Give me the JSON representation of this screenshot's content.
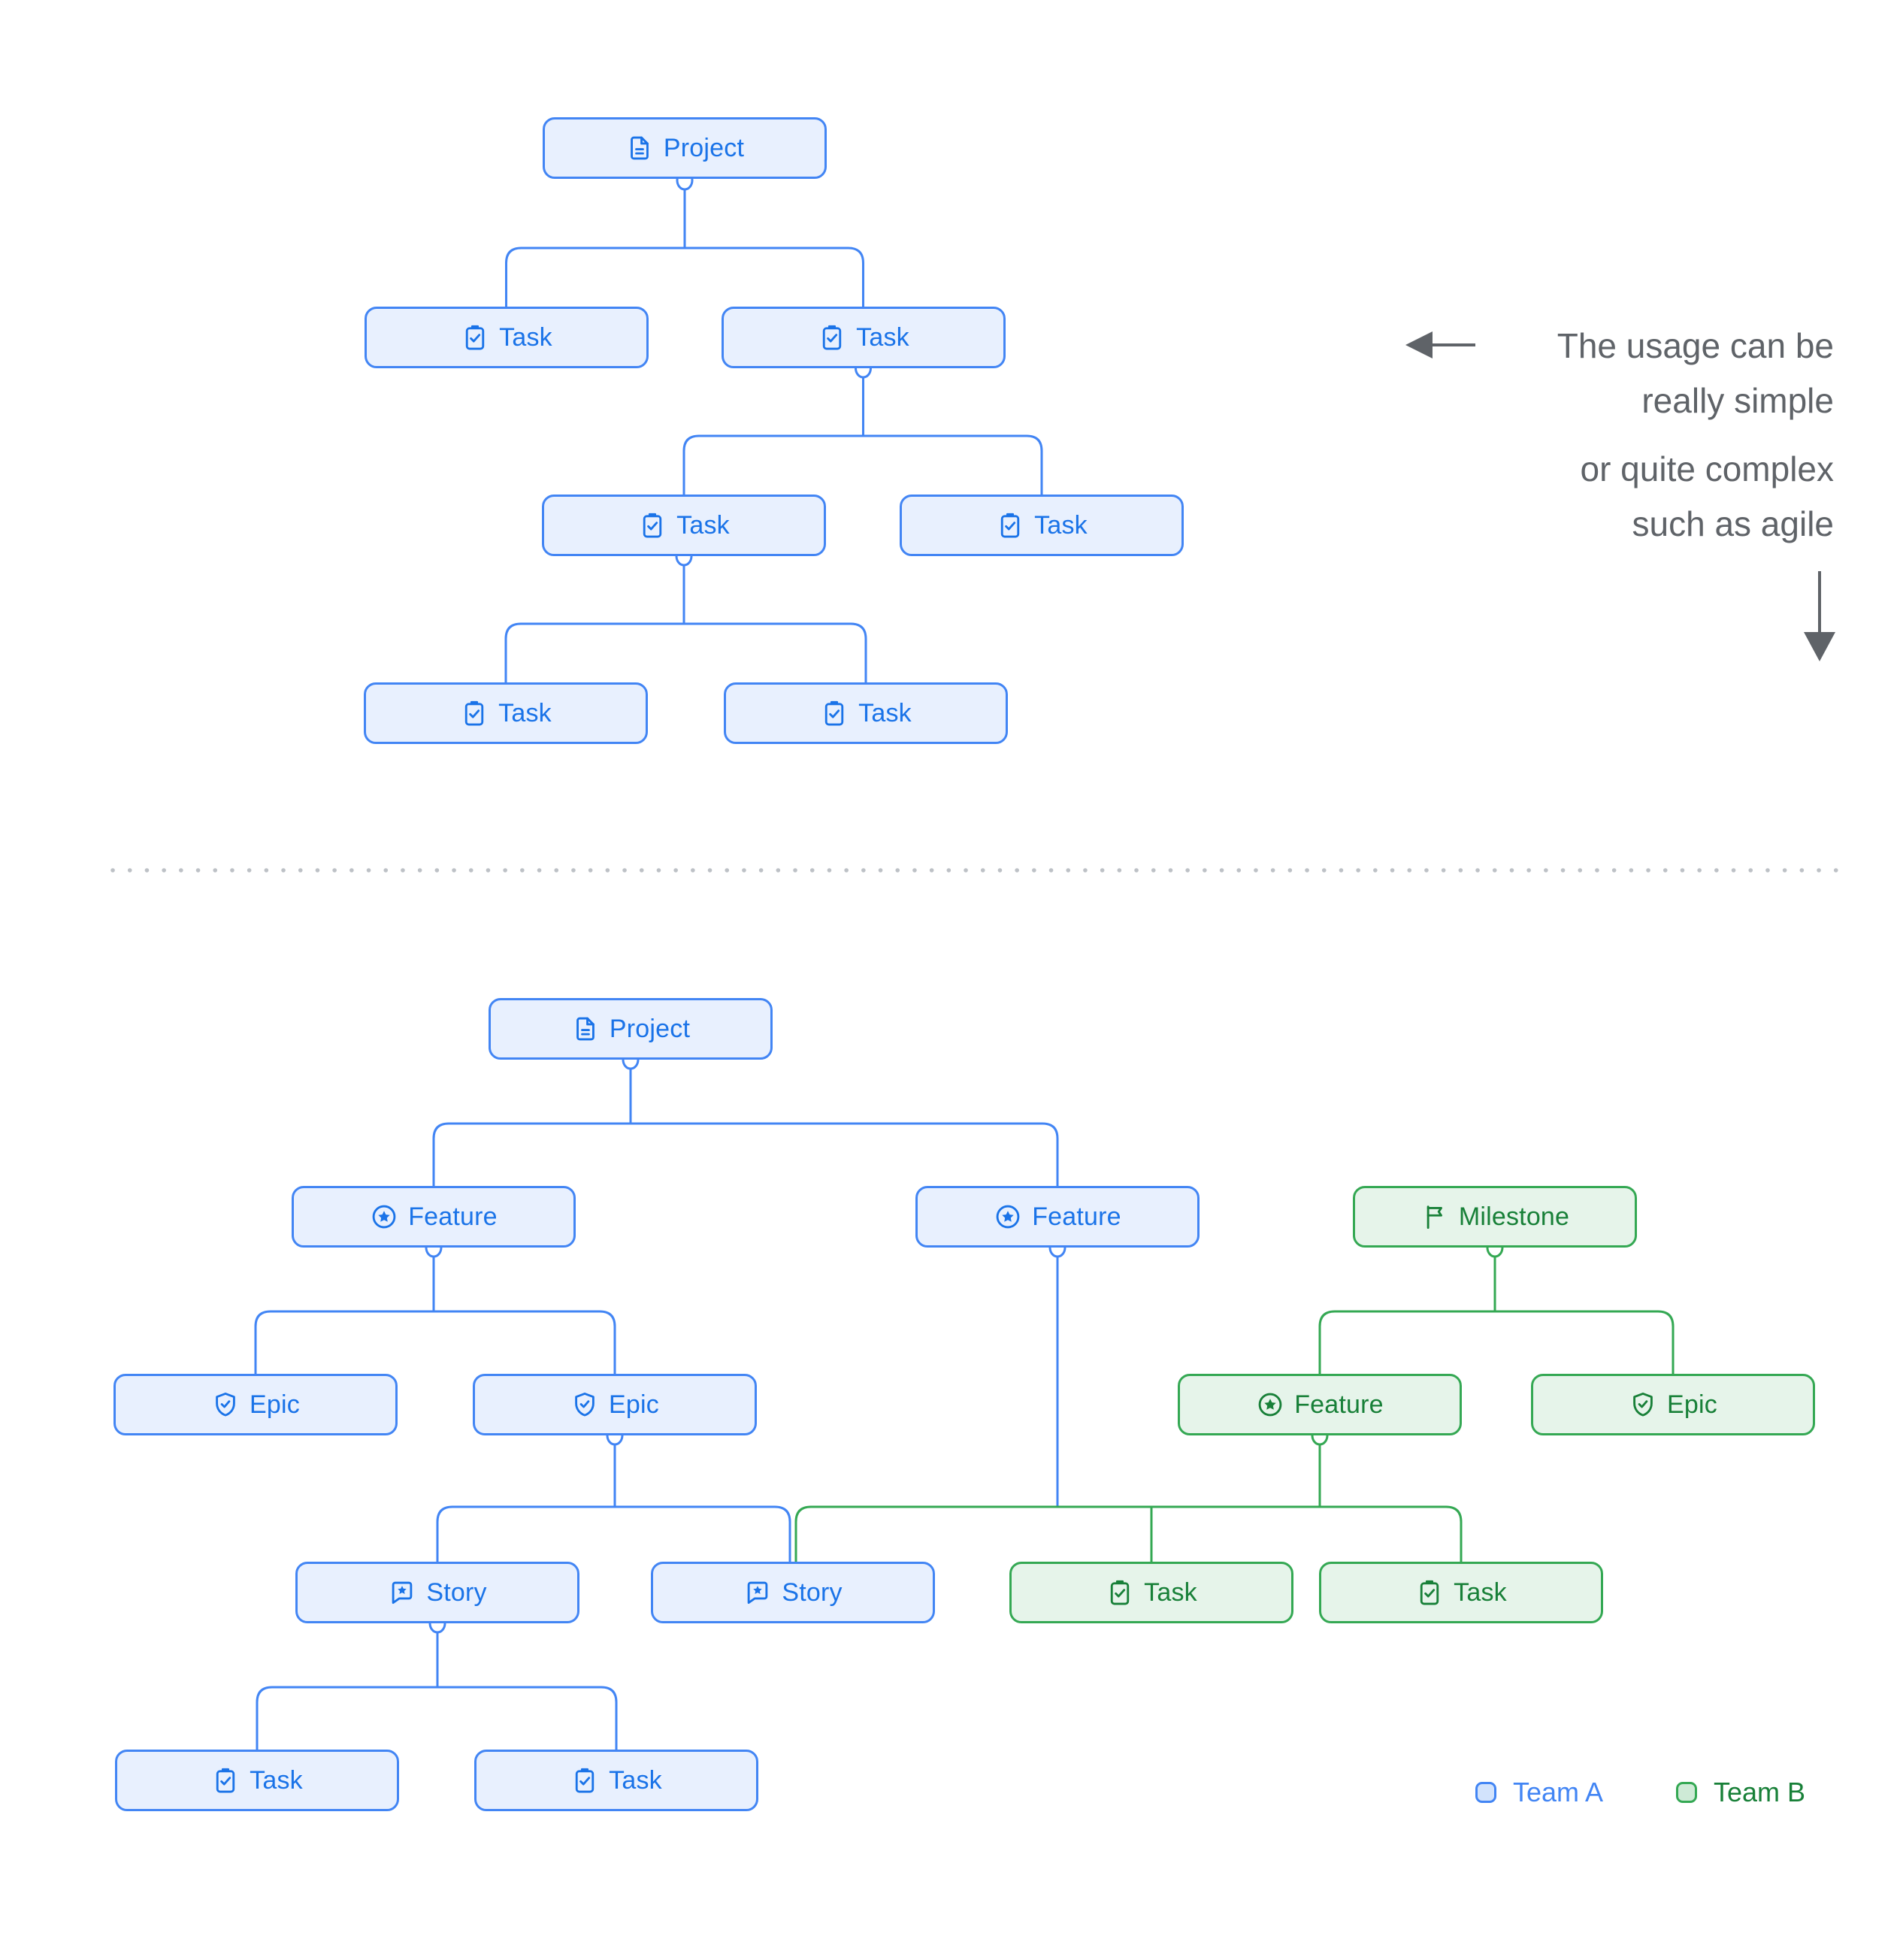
{
  "annotation": {
    "para1": "The usage can be\nreally simple",
    "para2": "or quite complex\nsuch as agile"
  },
  "legend": {
    "team_a": {
      "label": "Team A",
      "color": "#4285F4"
    },
    "team_b": {
      "label": "Team B",
      "color": "#188038"
    }
  },
  "colors": {
    "team_a_border": "#4285F4",
    "team_a_fill": "#E8F0FE",
    "team_a_text": "#1A73E8",
    "team_b_border": "#34A853",
    "team_b_fill": "#E6F4EA",
    "team_b_text": "#188038",
    "annotation_text": "#5F6368",
    "divider_dots": "#BDC1C6"
  },
  "trees": {
    "simple": {
      "nodes": [
        {
          "label": "Project",
          "type": "project",
          "icon": "document-icon",
          "team": "A"
        },
        {
          "label": "Task",
          "type": "task",
          "icon": "task-icon",
          "team": "A"
        },
        {
          "label": "Task",
          "type": "task",
          "icon": "task-icon",
          "team": "A"
        },
        {
          "label": "Task",
          "type": "task",
          "icon": "task-icon",
          "team": "A"
        },
        {
          "label": "Task",
          "type": "task",
          "icon": "task-icon",
          "team": "A"
        },
        {
          "label": "Task",
          "type": "task",
          "icon": "task-icon",
          "team": "A"
        },
        {
          "label": "Task",
          "type": "task",
          "icon": "task-icon",
          "team": "A"
        }
      ]
    },
    "complex": {
      "nodes": [
        {
          "label": "Project",
          "type": "project",
          "icon": "document-icon",
          "team": "A"
        },
        {
          "label": "Feature",
          "type": "feature",
          "icon": "feature-icon",
          "team": "A"
        },
        {
          "label": "Feature",
          "type": "feature",
          "icon": "feature-icon",
          "team": "A"
        },
        {
          "label": "Milestone",
          "type": "milestone",
          "icon": "milestone-flag-icon",
          "team": "B"
        },
        {
          "label": "Epic",
          "type": "epic",
          "icon": "epic-shield-icon",
          "team": "A"
        },
        {
          "label": "Epic",
          "type": "epic",
          "icon": "epic-shield-icon",
          "team": "A"
        },
        {
          "label": "Feature",
          "type": "feature",
          "icon": "feature-icon",
          "team": "B"
        },
        {
          "label": "Epic",
          "type": "epic",
          "icon": "epic-shield-icon",
          "team": "B"
        },
        {
          "label": "Story",
          "type": "story",
          "icon": "story-icon",
          "team": "A"
        },
        {
          "label": "Story",
          "type": "story",
          "icon": "story-icon",
          "team": "A"
        },
        {
          "label": "Task",
          "type": "task",
          "icon": "task-icon",
          "team": "B"
        },
        {
          "label": "Task",
          "type": "task",
          "icon": "task-icon",
          "team": "B"
        },
        {
          "label": "Task",
          "type": "task",
          "icon": "task-icon",
          "team": "A"
        },
        {
          "label": "Task",
          "type": "task",
          "icon": "task-icon",
          "team": "A"
        }
      ]
    }
  }
}
